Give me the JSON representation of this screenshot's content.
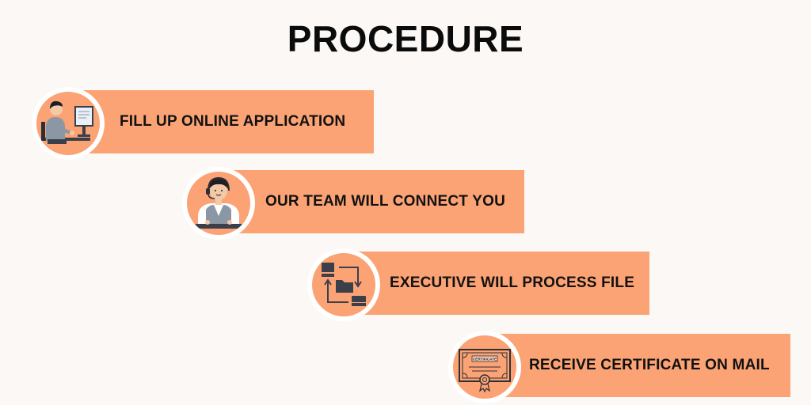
{
  "title": "PROCEDURE",
  "steps": [
    {
      "label": "FILL UP ONLINE APPLICATION",
      "icon": "person-at-computer-icon"
    },
    {
      "label": "OUR TEAM WILL CONNECT YOU",
      "icon": "support-agent-headset-icon"
    },
    {
      "label": "EXECUTIVE WILL PROCESS FILE",
      "icon": "file-transfer-icon"
    },
    {
      "label": "RECEIVE CERTIFICATE ON MAIL",
      "icon": "certificate-icon"
    }
  ],
  "certificate_text": "CERTIFICATE",
  "colors": {
    "accent": "#fba374",
    "background": "#fbf8f5",
    "text": "#111111"
  }
}
